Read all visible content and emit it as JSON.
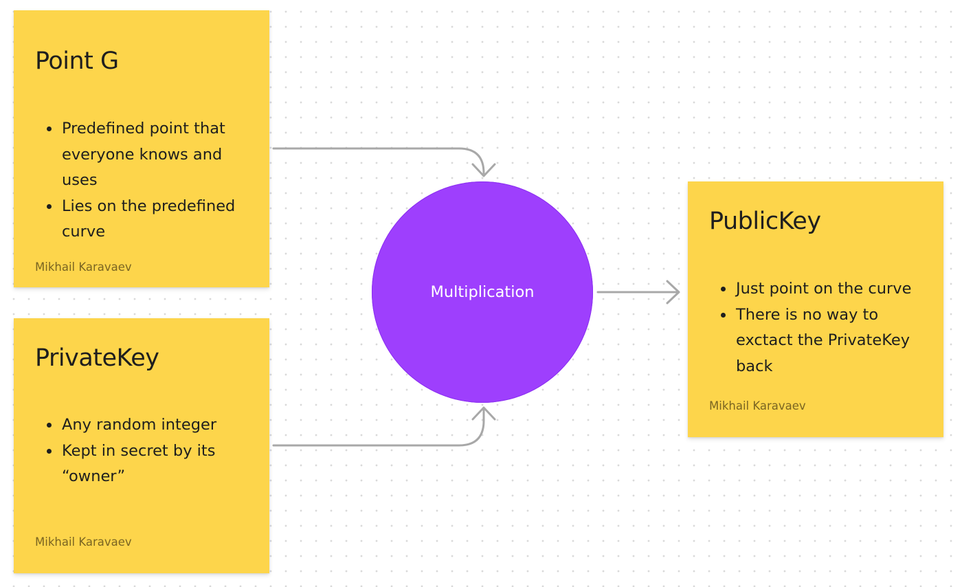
{
  "notes": {
    "point_g": {
      "title": "Point G",
      "bullets": [
        "Predefined point that everyone knows and uses",
        "Lies on the predefined curve"
      ],
      "author": "Mikhail Karavaev"
    },
    "private_key": {
      "title": "PrivateKey",
      "bullets": [
        "Any random integer",
        "Kept in secret by its “owner”"
      ],
      "author": "Mikhail Karavaev"
    },
    "public_key": {
      "title": "PublicKey",
      "bullets": [
        "Just point on the curve",
        "There is no way to exctact the PrivateKey back"
      ],
      "author": "Mikhail Karavaev"
    }
  },
  "operation": {
    "label": "Multiplication"
  },
  "colors": {
    "sticky": "#fdd54b",
    "circle": "#9e3ffd",
    "connector": "#a8a8a8",
    "author_text": "#7a6522"
  }
}
